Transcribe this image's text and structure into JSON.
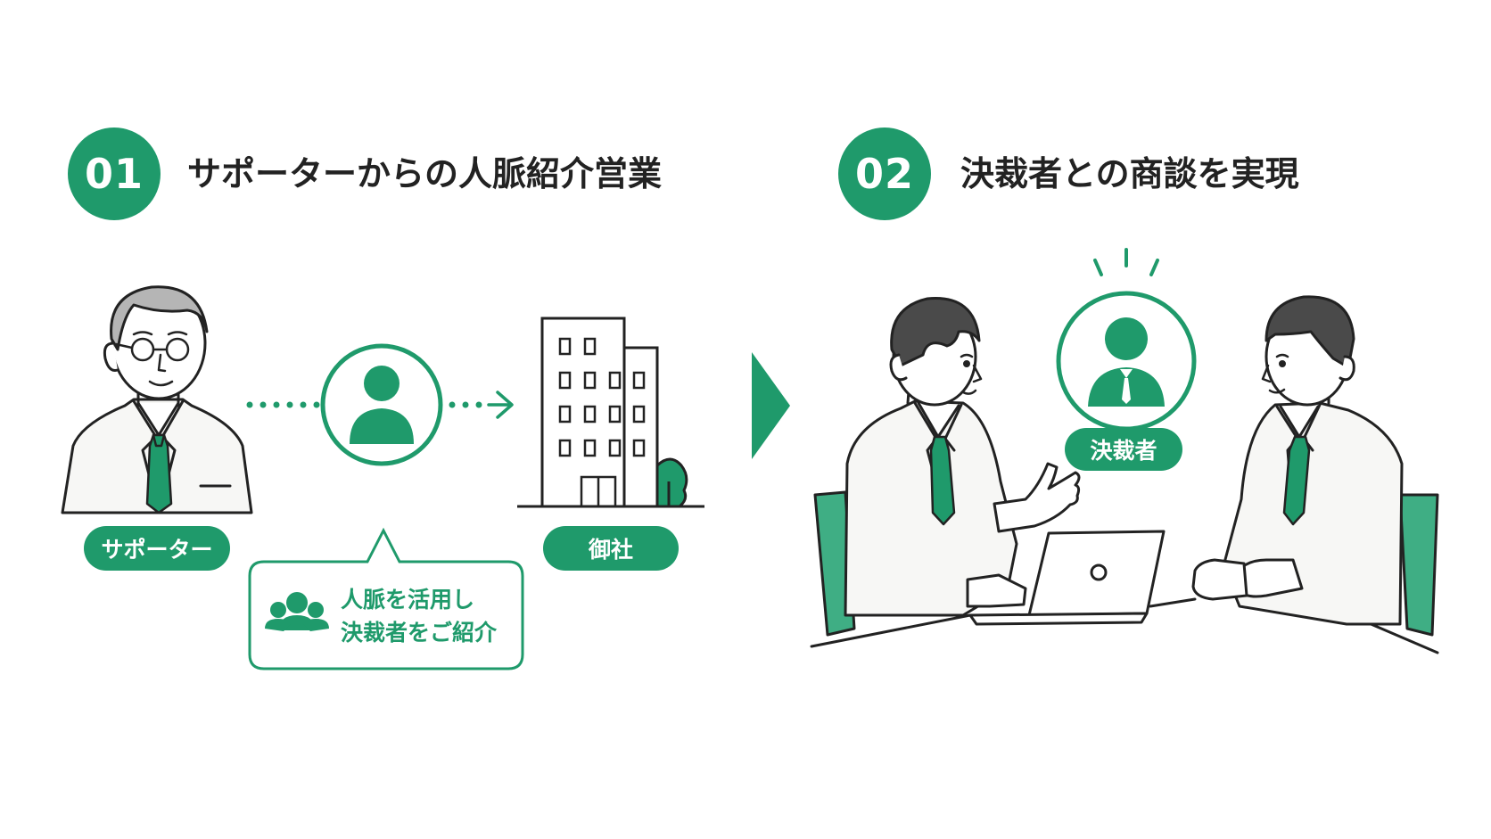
{
  "colors": {
    "accent": "#1f9a6b",
    "ink": "#222222",
    "suit": "#f7f7f5",
    "hair_dark": "#4a4a4a",
    "hair_gray": "#b5b5b5",
    "chair": "#3fae84"
  },
  "step1": {
    "number": "01",
    "title": "サポーターからの人脈紹介営業",
    "supporter_label": "サポーター",
    "company_label": "御社",
    "bubble_line1": "人脈を活用し",
    "bubble_line2": "決裁者をご紹介",
    "icons": [
      "senior-supporter",
      "person-icon",
      "arrow-right-icon",
      "office-building-icon",
      "group-icon"
    ]
  },
  "step2": {
    "number": "02",
    "title": "決裁者との商談を実現",
    "decision_maker_label": "決裁者",
    "icons": [
      "businessman-left",
      "laptop-icon",
      "decision-maker-icon",
      "businessman-right",
      "chair-icon"
    ]
  }
}
